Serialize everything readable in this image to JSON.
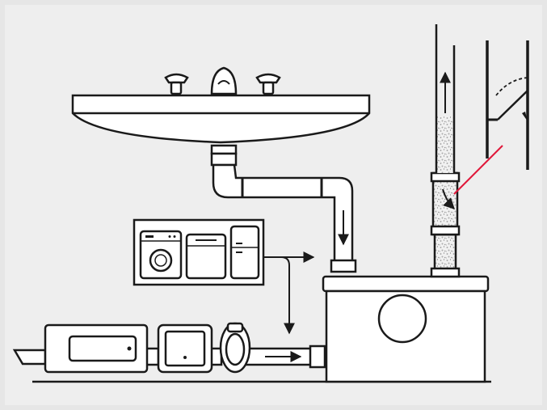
{
  "diagram": {
    "colors": {
      "background": "#e6e6e6",
      "frame": "#ffffff",
      "stroke": "#1a1a1a",
      "fill": "#ffffff",
      "pipe_fill": "#f4f4f4",
      "waste_speckle": "#bdbdbd",
      "valve_accent": "#e0183a"
    },
    "components": {
      "sink": "wash-basin",
      "appliances": [
        "washing-machine",
        "dishwasher",
        "fridge"
      ],
      "floor_fixtures": [
        "bathtub",
        "shower-tray",
        "toilet"
      ],
      "pump": "macerator-pump-unit",
      "riser": "vertical-discharge-pipe",
      "valve": "non-return-valve"
    }
  }
}
